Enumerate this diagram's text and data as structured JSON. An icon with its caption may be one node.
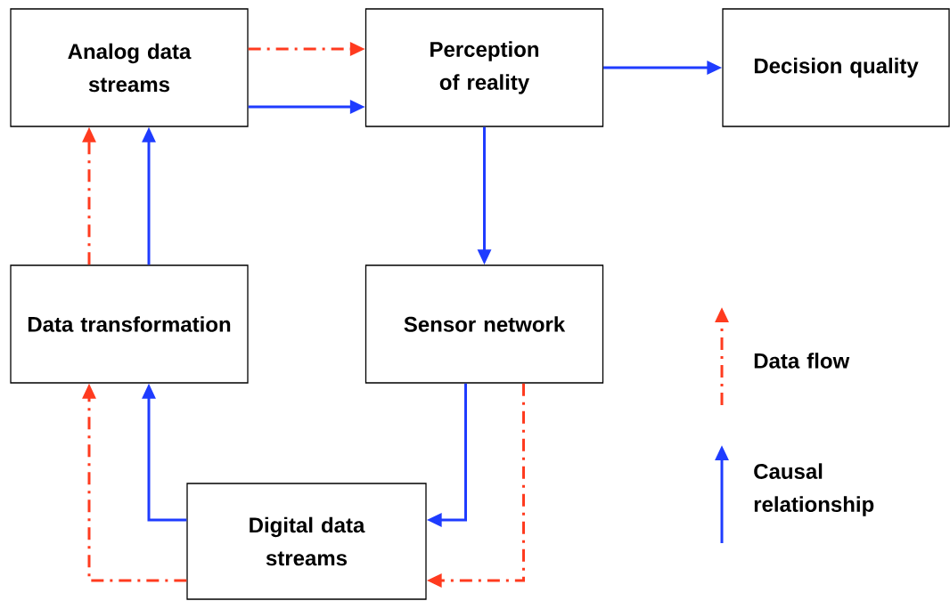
{
  "diagram": {
    "nodes": [
      {
        "text": [
          "Analog data streams"
        ]
      },
      {
        "text": [
          "Perception of reality"
        ]
      },
      {
        "text": [
          "Decision quality"
        ]
      },
      {
        "text": [
          "Data transformation"
        ]
      },
      {
        "text": [
          "Sensor network"
        ]
      },
      {
        "text": [
          "Digital data streams"
        ]
      }
    ],
    "edges": [
      {
        "from": 0,
        "to": 1,
        "arrow": "to",
        "style": "dashed",
        "color": "#ff3b1f"
      },
      {
        "from": 0,
        "to": 1,
        "arrow": "to"
      },
      {
        "from": 1,
        "to": 2,
        "arrow": "to"
      },
      {
        "from": 1,
        "to": 4,
        "arrow": "to"
      },
      {
        "from": 3,
        "to": 0,
        "arrow": "to",
        "style": "dashed",
        "color": "#ff3b1f"
      },
      {
        "from": 3,
        "to": 0,
        "arrow": "to"
      },
      {
        "from": 5,
        "to": 3,
        "arrow": "to"
      },
      {
        "from": 5,
        "to": 3,
        "arrow": "to",
        "style": "dashed",
        "color": "#ff3b1f"
      },
      {
        "from": 4,
        "to": 5,
        "arrow": "to"
      },
      {
        "from": 4,
        "to": 5,
        "arrow": "to",
        "style": "dashed",
        "color": "#ff3b1f"
      }
    ],
    "legend": [
      {
        "text": "Data flow"
      },
      {
        "text": "Causal relationship"
      }
    ]
  }
}
